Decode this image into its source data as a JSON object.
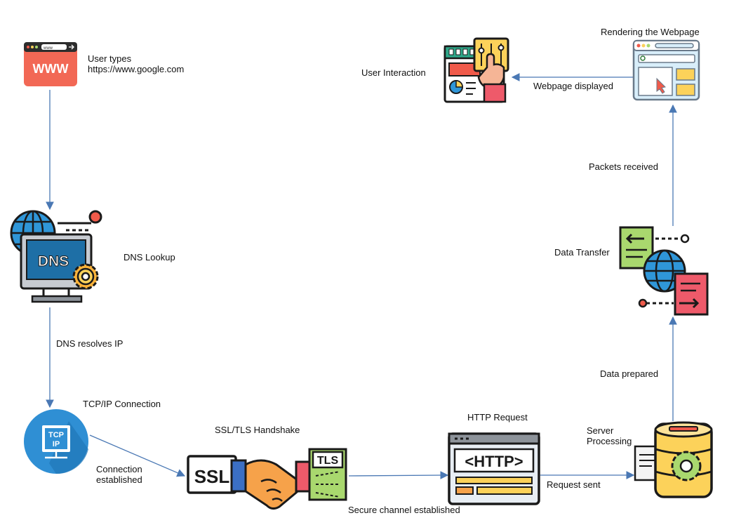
{
  "steps": {
    "user_types": {
      "line1": "User types",
      "line2": "https://www.google.com",
      "icon": "www-browser-icon",
      "icon_text": "WWW",
      "badge_text": "www"
    },
    "dns_lookup": {
      "label": "DNS Lookup",
      "icon": "dns-monitor-icon",
      "icon_text": "DNS"
    },
    "tcp_ip": {
      "label": "TCP/IP Connection",
      "icon": "tcp-ip-icon",
      "icon_text_1": "TCP",
      "icon_text_2": "IP"
    },
    "ssl_tls": {
      "label": "SSL/TLS Handshake",
      "icon": "ssl-tls-handshake-icon",
      "ssl_text": "SSL",
      "tls_text": "TLS"
    },
    "http_request": {
      "label": "HTTP Request",
      "icon": "http-window-icon",
      "icon_text": "<HTTP>"
    },
    "server_processing": {
      "label": "Server\nProcessing",
      "icon": "server-database-icon"
    },
    "data_transfer": {
      "label": "Data Transfer",
      "icon": "data-transfer-globe-icon"
    },
    "rendering": {
      "label": "Rendering the Webpage",
      "icon": "rendered-webpage-icon"
    },
    "user_interaction": {
      "label": "User Interaction",
      "icon": "user-interaction-dashboard-icon"
    }
  },
  "edges": {
    "dns_resolves": "DNS resolves IP",
    "connection_established": "Connection\nestablished",
    "secure_channel": "Secure channel established",
    "request_sent": "Request sent",
    "data_prepared": "Data prepared",
    "packets_received": "Packets received",
    "webpage_displayed": "Webpage displayed"
  },
  "colors": {
    "arrow": "#4a78b4",
    "outline": "#1a1a1a",
    "red": "#f05a4a",
    "blue": "#2f96d8",
    "yellow": "#fcd25a",
    "green": "#a9d86e",
    "orange": "#f6a24a",
    "light_blue": "#d8eefa",
    "pink": "#ee5a6a"
  }
}
